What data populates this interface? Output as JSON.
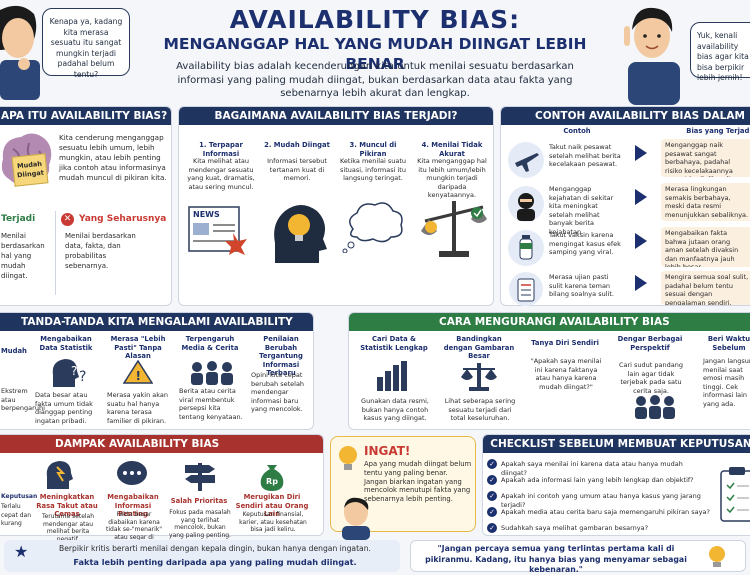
{
  "header": {
    "title": "AVAILABILITY BIAS:",
    "subtitle": "MENGANGGAP HAL YANG MUDAH DIINGAT LEBIH BENAR",
    "description": "Availability bias adalah kecenderungan kita untuk menilai sesuatu berdasarkan informasi yang paling mudah diingat, bukan berdasarkan data atau fakta yang sebenarnya lebih akurat dan lengkap."
  },
  "bubbles": {
    "left": "Kenapa ya, kadang kita merasa sesuatu itu sangat mungkin terjadi padahal belum tentu?",
    "right": "Yuk, kenali availability bias agar kita bisa berpikir lebih jernih!"
  },
  "what": {
    "title": "APA ITU AVAILABILITY BIAS?",
    "text": "Kita cenderung menganggap sesuatu lebih umum, lebih mungkin, atau lebih penting jika contoh atau informasinya mudah muncul di pikiran kita.",
    "note": "Mudah Diingat",
    "happens_title": "Terjadi",
    "happens_text": "Menilai berdasarkan hal yang mudah diingat.",
    "should_title": "Yang Seharusnya",
    "should_text": "Menilai berdasarkan data, fakta, dan probabilitas sebenarnya."
  },
  "how": {
    "title": "BAGAIMANA AVAILABILITY BIAS TERJADI?",
    "steps": [
      {
        "title": "1. Terpapar Informasi",
        "text": "Kita melihat atau mendengar sesuatu yang kuat, dramatis, atau sering muncul."
      },
      {
        "title": "2. Mudah Diingat",
        "text": "Informasi tersebut tertanam kuat di memori."
      },
      {
        "title": "3. Muncul di Pikiran",
        "text": "Ketika menilai suatu situasi, informasi itu langsung teringat."
      },
      {
        "title": "4. Menilai Tidak Akurat",
        "text": "Kita menganggap hal itu lebih umum/lebih mungkin terjadi daripada kenyataannya."
      }
    ],
    "news_label": "NEWS"
  },
  "examples": {
    "title": "CONTOH AVAILABILITY BIAS DALAM KEHIDUPAN",
    "col_example": "Contoh",
    "col_fact": "Bias yang Terjadi",
    "rows": [
      {
        "example": "Takut naik pesawat setelah melihat berita kecelakaan pesawat.",
        "fact": "Menganggap naik pesawat sangat berbahaya, padahal risiko kecelakaannya sangat kecil dibanding moda transportasi lain."
      },
      {
        "example": "Menganggap kejahatan di sekitar kita meningkat setelah melihat banyak berita kejahatan.",
        "fact": "Merasa lingkungan semakis berbahaya, meski data resmi menunjukkan sebaliknya."
      },
      {
        "example": "Takut vaksin karena mengingat kasus efek samping yang viral.",
        "fact": "Mengabaikan fakta bahwa jutaan orang aman setelah divaksin dan manfaatnya jauh lebih besar."
      },
      {
        "example": "Merasa ujian pasti sulit karena teman bilang soalnya sulit.",
        "fact": "Mengira semua soal sulit, padahal belum tentu sesuai dengan pengalaman sendiri."
      }
    ]
  },
  "signs": {
    "title": "TANDA-TANDA KITA MENGALAMI AVAILABILITY BIAS",
    "items": [
      {
        "title": "Mudah Mencolok",
        "text": "Ekstrem atau berpengaruhi"
      },
      {
        "title": "Mengabaikan Data Statistik",
        "text": "Data besar atau fakta umum tidak dianggap penting ingatan pribadi."
      },
      {
        "title": "Merasa \"Lebih Pasti\" Tanpa Alasan",
        "text": "Merasa yakin akan suatu hal hanya karena terasa familier di pikiran."
      },
      {
        "title": "Terpengaruh Media & Cerita",
        "text": "Berita atau cerita viral membentuk persepsi kita tentang kenyataan."
      },
      {
        "title": "Penilaian Berubah Tergantung Informasi Terbaru",
        "text": "Opini kita cepat berubah setelah mendengar informasi baru yang mencolok."
      }
    ]
  },
  "reduce": {
    "title": "CARA MENGURANGI AVAILABILITY BIAS",
    "items": [
      {
        "title": "Cari Data & Statistik Lengkap",
        "text": "Gunakan data resmi, bukan hanya contoh kasus yang diingat."
      },
      {
        "title": "Bandingkan dengan Gambaran Besar",
        "text": "Lihat seberapa sering sesuatu terjadi dari total keseluruhan."
      },
      {
        "title": "Tanya Diri Sendiri",
        "text": "\"Apakah saya menilai ini karena faktanya atau hanya karena mudah diingat?\""
      },
      {
        "title": "Dengar Berbagai Perspektif",
        "text": "Cari sudut pandang lain agar tidak terjebak pada satu cerita saja."
      },
      {
        "title": "Beri Waktu Sebelum",
        "text": "Jangan langsung menilai saat emosi masih tinggi. Cek informasi lain yang ada."
      }
    ]
  },
  "impact": {
    "title": "DAMPAK AVAILABILITY BIAS",
    "items": [
      {
        "title": "Keputusan",
        "text": "Terlalu cepat dan kurang sesuai"
      },
      {
        "title": "Meningkatkan Rasa Takut atau Cemas",
        "text": "Terutama setelah mendengar atau melihat berita negatif."
      },
      {
        "title": "Mengabaikan Informasi Penting",
        "text": "Fakta besar diabaikan karena tidak se-\"menarik\" atau segar di ingatan."
      },
      {
        "title": "Salah Prioritas",
        "text": "Fokus pada masalah yang terlihat mencolok, bukan yang paling penting."
      },
      {
        "title": "Merugikan Diri Sendiri atau Orang Lain",
        "text": "Keputusan finansial, karier, atau kesehatan bisa jadi keliru."
      }
    ],
    "coin": "Rp"
  },
  "ingat": {
    "title": "INGAT!",
    "text": "Apa yang mudah diingat belum tentu yang paling benar. Jangan biarkan ingatan yang mencolok menutupi fakta yang sebenarnya lebih penting."
  },
  "checklist": {
    "title": "CHECKLIST SEBELUM MEMBUAT KEPUTUSAN",
    "items": [
      "Apakah saya menilai ini karena data atau hanya mudah diingat?",
      "Apakah ada informasi lain yang lebih lengkap dan objektif?",
      "Apakah ini contoh yang umum atau hanya kasus yang jarang terjadi?",
      "Apakah media atau cerita baru saja memengaruhi pikiran saya?",
      "Sudahkah saya melihat gambaran besarnya?"
    ]
  },
  "footer": {
    "left_line1": "Berpikir kritis berarti menilai dengan kepala dingin, bukan hanya dengan ingatan.",
    "left_line2": "Fakta lebih penting daripada apa yang paling mudah diingat.",
    "right": "\"Jangan percaya semua yang terlintas pertama kali di pikiranmu. Kadang, itu hanya bias yang menyamar sebagai kebenaran.\""
  },
  "colors": {
    "navy": "#1f3560",
    "green": "#2e7d45",
    "red": "#a8322d",
    "gold": "#f2b632"
  }
}
